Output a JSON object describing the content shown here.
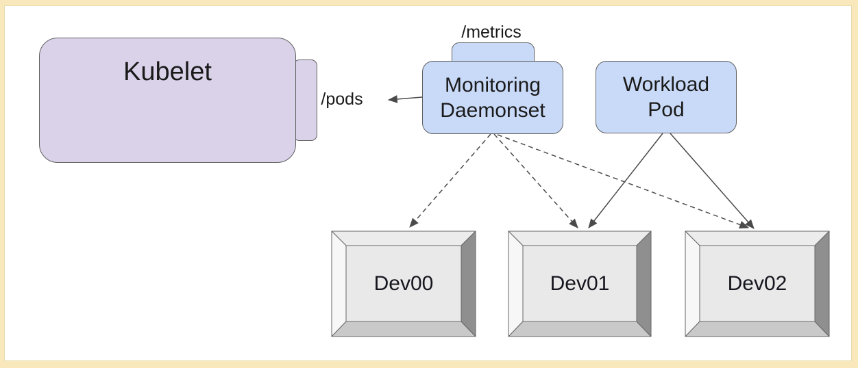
{
  "nodes": {
    "kubelet": {
      "label": "Kubelet"
    },
    "monitoring_daemonset": {
      "lines": [
        "Monitoring",
        "Daemonset"
      ]
    },
    "workload_pod": {
      "lines": [
        "Workload",
        "Pod"
      ]
    },
    "dev00": {
      "label": "Dev00"
    },
    "dev01": {
      "label": "Dev01"
    },
    "dev02": {
      "label": "Dev02"
    }
  },
  "labels": {
    "pods_endpoint": "/pods",
    "metrics_endpoint": "/metrics"
  },
  "edges": [
    {
      "from": "monitoring_daemonset",
      "to": "kubelet",
      "style": "solid",
      "endpoint": "/pods"
    },
    {
      "from": "monitoring_daemonset",
      "to": "dev00",
      "style": "dashed"
    },
    {
      "from": "monitoring_daemonset",
      "to": "dev01",
      "style": "dashed"
    },
    {
      "from": "monitoring_daemonset",
      "to": "dev02",
      "style": "dashed"
    },
    {
      "from": "workload_pod",
      "to": "dev01",
      "style": "solid"
    },
    {
      "from": "workload_pod",
      "to": "dev02",
      "style": "solid"
    }
  ],
  "colors": {
    "frame_background": "#f9e8bb",
    "canvas_background": "#ffffff",
    "kubelet_fill": "#d9d2e9",
    "pod_fill": "#c9daf8",
    "node_border": "#5f5f5f",
    "arrow": "#4a4a4a",
    "device_face": "#e9e9e9",
    "device_bevel_top": "#ececec",
    "device_bevel_left": "#f7f7f7",
    "device_bevel_right": "#8f8f8f",
    "device_bevel_bottom": "#c9c9c9"
  }
}
